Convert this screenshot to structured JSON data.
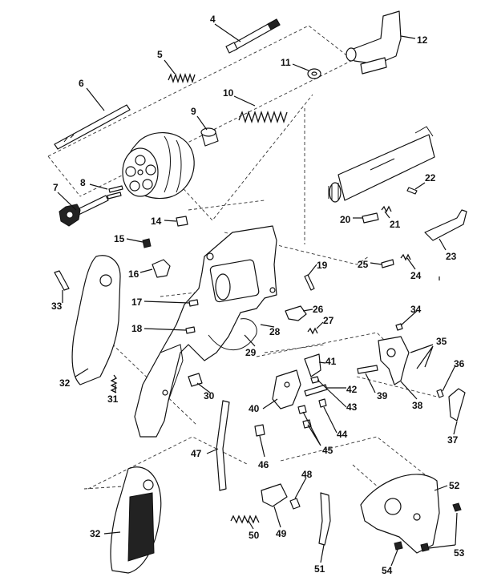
{
  "diagram": {
    "parts": [
      {
        "id": "4",
        "label": "4"
      },
      {
        "id": "5",
        "label": "5"
      },
      {
        "id": "6",
        "label": "6"
      },
      {
        "id": "7",
        "label": "7"
      },
      {
        "id": "8",
        "label": "8"
      },
      {
        "id": "9",
        "label": "9"
      },
      {
        "id": "10",
        "label": "10"
      },
      {
        "id": "11",
        "label": "11"
      },
      {
        "id": "12",
        "label": "12"
      },
      {
        "id": "14",
        "label": "14"
      },
      {
        "id": "15",
        "label": "15"
      },
      {
        "id": "16",
        "label": "16"
      },
      {
        "id": "17",
        "label": "17"
      },
      {
        "id": "18",
        "label": "18"
      },
      {
        "id": "19",
        "label": "19"
      },
      {
        "id": "20",
        "label": "20"
      },
      {
        "id": "21",
        "label": "21"
      },
      {
        "id": "22",
        "label": "22"
      },
      {
        "id": "23",
        "label": "23"
      },
      {
        "id": "24",
        "label": "24"
      },
      {
        "id": "25",
        "label": "25"
      },
      {
        "id": "26",
        "label": "26"
      },
      {
        "id": "27",
        "label": "27"
      },
      {
        "id": "28",
        "label": "28"
      },
      {
        "id": "29",
        "label": "29"
      },
      {
        "id": "30",
        "label": "30"
      },
      {
        "id": "31",
        "label": "31"
      },
      {
        "id": "32a",
        "label": "32"
      },
      {
        "id": "32b",
        "label": "32"
      },
      {
        "id": "33",
        "label": "33"
      },
      {
        "id": "34",
        "label": "34"
      },
      {
        "id": "35",
        "label": "35"
      },
      {
        "id": "36",
        "label": "36"
      },
      {
        "id": "37",
        "label": "37"
      },
      {
        "id": "38",
        "label": "38"
      },
      {
        "id": "39",
        "label": "39"
      },
      {
        "id": "40",
        "label": "40"
      },
      {
        "id": "41",
        "label": "41"
      },
      {
        "id": "42",
        "label": "42"
      },
      {
        "id": "43",
        "label": "43"
      },
      {
        "id": "44",
        "label": "44"
      },
      {
        "id": "45",
        "label": "45"
      },
      {
        "id": "46",
        "label": "46"
      },
      {
        "id": "47",
        "label": "47"
      },
      {
        "id": "48",
        "label": "48"
      },
      {
        "id": "49",
        "label": "49"
      },
      {
        "id": "50",
        "label": "50"
      },
      {
        "id": "51",
        "label": "51"
      },
      {
        "id": "52",
        "label": "52"
      },
      {
        "id": "53",
        "label": "53"
      },
      {
        "id": "54",
        "label": "54"
      }
    ]
  }
}
